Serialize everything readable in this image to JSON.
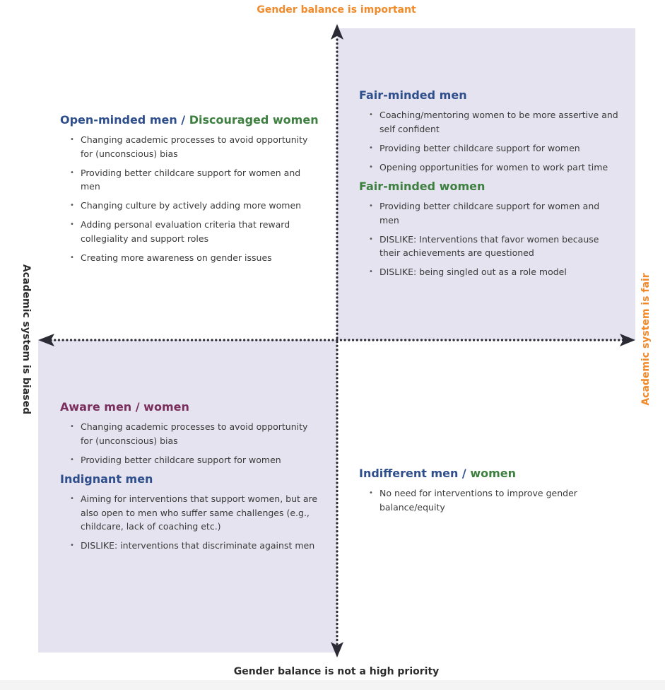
{
  "axes": {
    "top": "Gender balance is important",
    "bottom": "Gender balance is not a high priority",
    "left": "Academic system is biased",
    "right": "Academic system is fair"
  },
  "quadrants": {
    "top_left": {
      "groups": [
        {
          "heading_a": "Open-minded men",
          "separator": " / ",
          "heading_b": "Discouraged women",
          "items": [
            "Changing academic processes to avoid opportunity for (unconscious) bias",
            "Providing better childcare support for women and men",
            "Changing culture by actively adding more women",
            "Adding personal evaluation criteria that reward collegiality and support roles",
            "Creating more awareness on gender issues"
          ]
        }
      ]
    },
    "top_right": {
      "groups": [
        {
          "heading": "Fair-minded men",
          "items": [
            "Coaching/mentoring women to be more assertive and self confident",
            "Providing better childcare support for women",
            "Opening opportunities for women to work part time"
          ]
        },
        {
          "heading": "Fair-minded women",
          "items": [
            "Providing better childcare support for women and men",
            "DISLIKE: Interventions that favor women because their achievements are questioned",
            "DISLIKE: being singled out as a role model"
          ]
        }
      ]
    },
    "bottom_left": {
      "groups": [
        {
          "heading": "Aware men / women",
          "items": [
            "Changing academic processes to avoid opportunity for (unconscious) bias",
            "Providing better childcare support for women"
          ]
        },
        {
          "heading": "Indignant men",
          "items": [
            "Aiming for interventions that support women, but are also open to men who suffer same challenges (e.g., childcare, lack of coaching etc.)",
            "DISLIKE: interventions that discriminate against men"
          ]
        }
      ]
    },
    "bottom_right": {
      "groups": [
        {
          "heading_a": "Indifferent men",
          "separator": " / ",
          "heading_b": "women",
          "items": [
            "No need for interventions to improve gender balance/equity"
          ]
        }
      ]
    }
  },
  "colors": {
    "accent_orange": "#f08a2a",
    "heading_navy": "#2e4e8c",
    "heading_green": "#3d8040",
    "heading_plum": "#7a2e5e",
    "quadrant_shade": "#e4e3ef",
    "axis_line": "#2b2b36"
  }
}
